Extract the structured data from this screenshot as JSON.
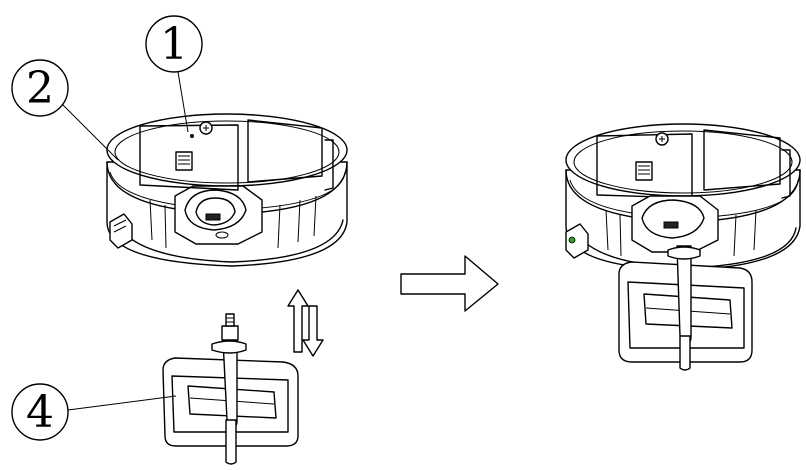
{
  "callouts": {
    "one": "1",
    "two": "2",
    "four": "4"
  },
  "colors": {
    "line": "#000000",
    "background": "#ffffff",
    "accent_green": "#2aa02a"
  },
  "icons": {
    "swap_arrows": "up-down-arrows-icon",
    "transition_arrow": "right-arrow-icon",
    "screw": "screw-icon"
  }
}
